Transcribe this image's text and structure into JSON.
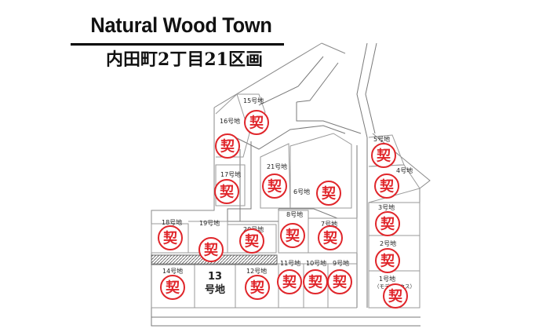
{
  "header": {
    "title": "Natural Wood Town",
    "subtitle": "内田町2丁目21区画"
  },
  "map": {
    "sold_mark": "契",
    "sold_color": "#e0262b",
    "plots": [
      {
        "id": "1",
        "label": "1号地",
        "note": "（モデルハウス）",
        "sold": true
      },
      {
        "id": "2",
        "label": "2号地",
        "sold": true
      },
      {
        "id": "3",
        "label": "3号地",
        "sold": true
      },
      {
        "id": "4",
        "label": "4号地",
        "sold": true
      },
      {
        "id": "5",
        "label": "5号地",
        "sold": true
      },
      {
        "id": "6",
        "label": "6号地",
        "sold": true
      },
      {
        "id": "7",
        "label": "7号地",
        "sold": true
      },
      {
        "id": "8",
        "label": "8号地",
        "sold": true
      },
      {
        "id": "9",
        "label": "9号地",
        "sold": true
      },
      {
        "id": "10",
        "label": "10号地",
        "sold": true
      },
      {
        "id": "11",
        "label": "11号地",
        "sold": true
      },
      {
        "id": "12",
        "label": "12号地",
        "sold": true
      },
      {
        "id": "13",
        "label_line1": "13",
        "label_line2": "号地",
        "sold": false
      },
      {
        "id": "14",
        "label": "14号地",
        "sold": true
      },
      {
        "id": "15",
        "label": "15号地",
        "sold": true
      },
      {
        "id": "16",
        "label": "16号地",
        "sold": true
      },
      {
        "id": "17",
        "label": "17号地",
        "sold": true
      },
      {
        "id": "18",
        "label": "18号地",
        "sold": true
      },
      {
        "id": "19",
        "label": "19号地",
        "sold": true
      },
      {
        "id": "20",
        "label": "20号地",
        "sold": true
      },
      {
        "id": "21",
        "label": "21号地",
        "sold": true
      }
    ]
  }
}
